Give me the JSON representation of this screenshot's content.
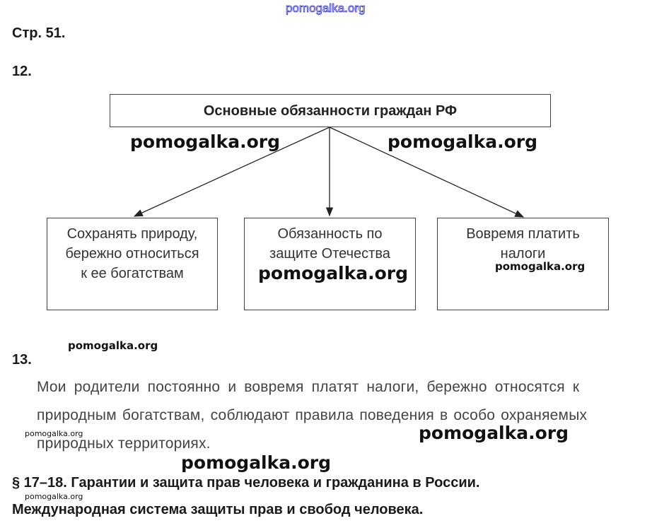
{
  "header": {
    "page": "Стр. 51.",
    "task12": "12.",
    "task13": "13."
  },
  "diagram": {
    "title": "Основные обязанности граждан РФ",
    "boxes": [
      "Сохранять природу, бережно относиться к ее богатствам",
      "Обязанность по защите Отечества",
      "Вовремя платить налоги"
    ]
  },
  "answer13": {
    "lines": [
      "Мои родители постоянно и вовремя платят налоги, бережно относятся к",
      "природным богатствам, соблюдают правила поведения в особо охраняемых",
      "природных территориях."
    ]
  },
  "section": {
    "line1": "§ 17–18. Гарантии и защита прав человека и гражданина в России.",
    "line2": "Международная система защиты прав и свобод человека."
  },
  "watermark": "pomogalka.org"
}
